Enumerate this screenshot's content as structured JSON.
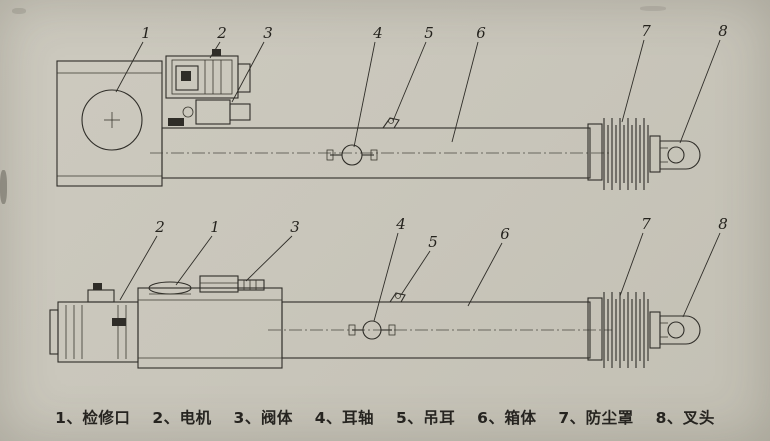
{
  "figure": {
    "top_view": {
      "callouts": [
        "1",
        "2",
        "3",
        "4",
        "5",
        "6",
        "7",
        "8"
      ]
    },
    "bottom_view": {
      "callouts": [
        "2",
        "1",
        "3",
        "4",
        "5",
        "6",
        "7",
        "8"
      ]
    }
  },
  "caption": {
    "items": [
      "1、检修口",
      "2、电机",
      "3、阀体",
      "4、耳轴",
      "5、吊耳",
      "6、箱体",
      "7、防尘罩",
      "8、叉头"
    ]
  },
  "colors": {
    "paper": "#cac7bc",
    "ink": "#2f2d28"
  }
}
